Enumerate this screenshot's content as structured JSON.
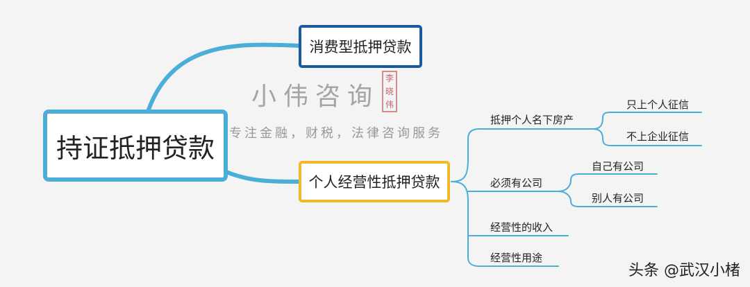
{
  "root": {
    "label": "持证抵押贷款"
  },
  "branches": [
    {
      "label": "消费型抵押贷款"
    },
    {
      "label": "个人经营性抵押贷款",
      "children": [
        {
          "label": "抵押个人名下房产",
          "children": [
            "只上个人征信",
            "不上企业征信"
          ]
        },
        {
          "label": "必须有公司",
          "children": [
            "自己有公司",
            "别人有公司"
          ]
        },
        {
          "label": "经营性的收入"
        },
        {
          "label": "经营性用途"
        }
      ]
    }
  ],
  "watermark": {
    "title": "小伟咨询",
    "subtitle": "专注金融，财税，法律咨询服务",
    "seal": "李晓伟"
  },
  "brand": "头条 @武汉小楮",
  "colors": {
    "root_border": "#4aaed8",
    "consumer_border": "#1b5aa0",
    "business_border": "#f1b82b",
    "connector": "#4aaed8",
    "background": "#f4f4f4"
  }
}
